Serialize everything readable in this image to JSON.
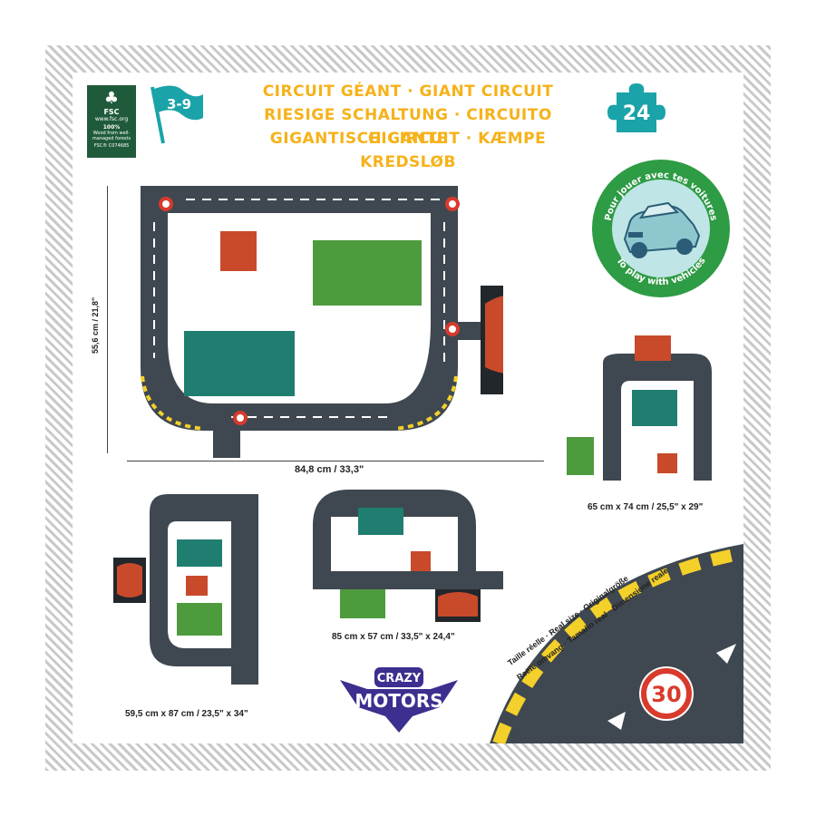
{
  "titles": [
    "CIRCUIT GÉANT · GIANT CIRCUIT",
    "RIESIGE SCHALTUNG · CIRCUITO GIGANTE",
    "GIGANTISCH CIRCUIT · KÆMPE KREDSLØB"
  ],
  "fsc": {
    "brand": "FSC",
    "site": "www.fsc.org",
    "percent": "100%",
    "desc": "Wood from well-managed forests",
    "code": "FSC® C074685"
  },
  "age_range": "3-9",
  "piece_count": "24",
  "badge": {
    "top_text": "Pour jouer avec tes voitures",
    "bottom_text": "To play with vehicles"
  },
  "main_dimensions": {
    "width": "84,8 cm / 33,3\"",
    "height": "55,6 cm / 21,8\""
  },
  "alt_layouts": [
    "65 cm x 74 cm / 25,5\" x 29\"",
    "59,5 cm x 87 cm / 23,5\" x 34\"",
    "85 cm x 57 cm / 33,5\" x 24,4\""
  ],
  "real_size": [
    "Taille réelle · Real size · Originalgröße",
    "Reële omvang · Tamaño real · Dimensione reale"
  ],
  "speed_sign": "30",
  "brand": {
    "line1": "CRAZY",
    "line2": "MOTORS"
  },
  "colors": {
    "title": "#f6b21a",
    "teal": "#1aa3a8",
    "green": "#2e9b45",
    "road": "#3f4850",
    "yellow": "#f4d02a",
    "purple": "#3b2f8f",
    "sign_red": "#d83a2c"
  }
}
